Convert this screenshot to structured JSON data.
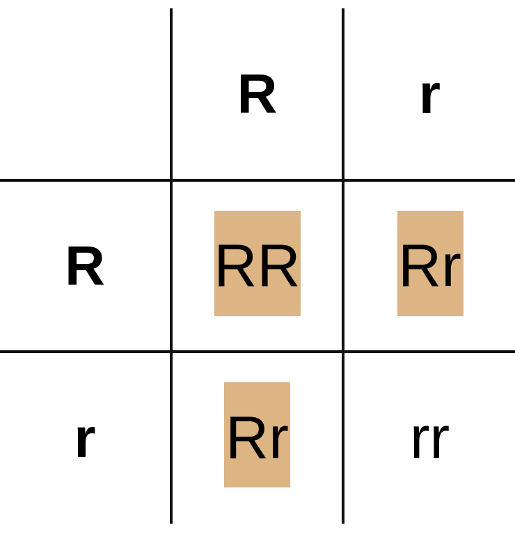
{
  "punnett_square": {
    "top_alleles": [
      "R",
      "r"
    ],
    "side_alleles": [
      "R",
      "r"
    ],
    "cells": [
      [
        {
          "genotype": "RR",
          "highlighted": true
        },
        {
          "genotype": "Rr",
          "highlighted": true
        }
      ],
      [
        {
          "genotype": "Rr",
          "highlighted": true
        },
        {
          "genotype": "rr",
          "highlighted": false
        }
      ]
    ],
    "highlight_color": "#ddb483",
    "line_color": "#111111"
  }
}
